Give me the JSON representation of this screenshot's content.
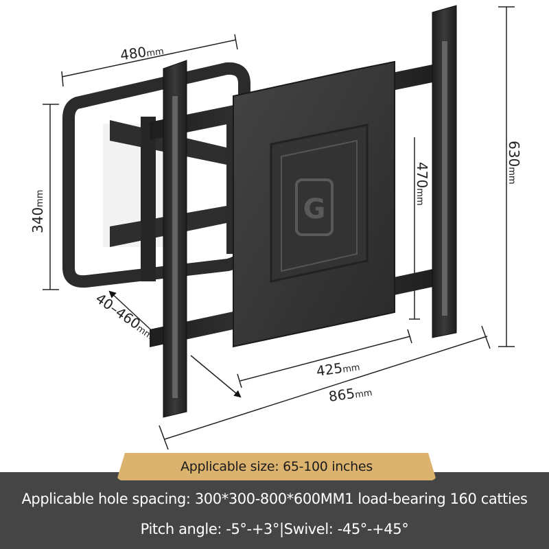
{
  "dimensions": {
    "width_top": {
      "value": "480",
      "unit": "mm"
    },
    "height_left": {
      "value": "340",
      "unit": "mm"
    },
    "extension": {
      "value": "40–460",
      "unit": "mm"
    },
    "height_inner": {
      "value": "470",
      "unit": "mm"
    },
    "height_total": {
      "value": "630",
      "unit": "mm"
    },
    "width_inner": {
      "value": "425",
      "unit": "mm"
    },
    "width_total": {
      "value": "865",
      "unit": "mm"
    }
  },
  "logo": {
    "letter": "G"
  },
  "specs": {
    "applicable_size": "Applicable size: 65-100 inches",
    "hole_spacing": "Applicable hole spacing: 300*300-800*600MM1 load-bearing 160 catties",
    "angles": "Pitch angle: -5°-+3°|Swivel: -45°-+45°"
  },
  "colors": {
    "metal": "#2b2b2b",
    "metal_highlight": "#555555",
    "badge": "#dbb36f",
    "band": "#454545"
  }
}
